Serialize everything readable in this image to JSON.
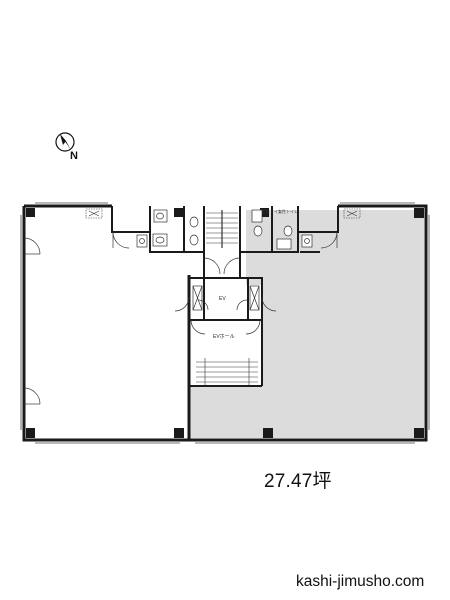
{
  "floorplan": {
    "area_label": "27.47坪",
    "website": "kashi-jimusho.com",
    "north_label": "N",
    "elevator_label": "EV",
    "elevator_hall_label": "EVホール",
    "restroom_labels": [
      "男性トイレ",
      "女性トイレ"
    ],
    "colors": {
      "wall": "#1a1a1a",
      "leased_area_fill": "#dcdcdc",
      "background": "#ffffff"
    }
  }
}
